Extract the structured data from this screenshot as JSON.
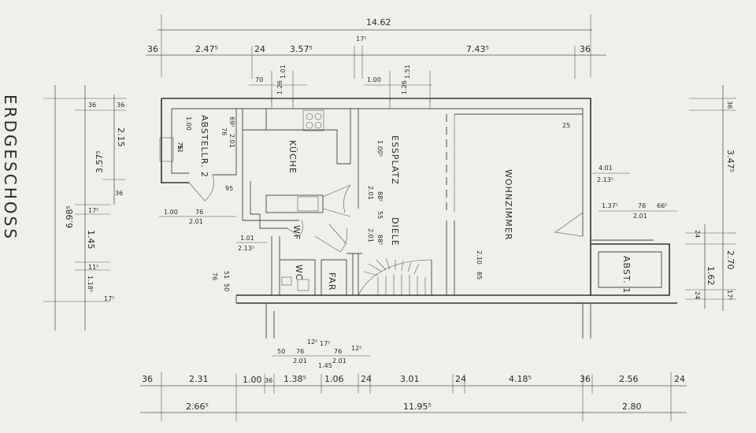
{
  "title": "ERDGESCHOSS",
  "rooms": {
    "abstell2": "ABSTELLR. 2",
    "kueche": "KÜCHE",
    "essplatz": "ESSPLATZ",
    "diele": "DIELE",
    "wohnzimmer": "WOHNZIMMER",
    "wf": "WF",
    "wc": "WC",
    "far": "FAR",
    "abst1": "ABST. 1"
  },
  "dims": {
    "top_total": "14.62",
    "top_36a": "36",
    "top_2475": "2.47⁵",
    "top_24": "24",
    "top_3575": "3.57⁵",
    "top_175": "17⁵",
    "top_7435": "7.43⁵",
    "top_36b": "36",
    "win_70": "70",
    "win_126a": "1.26",
    "win_101": "1.01",
    "win_100": "1.00",
    "win_126b": "1.26",
    "win_151": "1.51",
    "left_total": "6.98⁵",
    "left_3575": "3.57⁵",
    "left_36a": "36",
    "left_215": "2.15",
    "left_36b": "36",
    "left_36c": "36",
    "left_175": "17⁵",
    "left_145": "1.45",
    "left_115": "11⁵",
    "left_1185": "1.18⁵",
    "left_175b": "17⁵",
    "right_36": "36",
    "right_3475": "3.47⁵",
    "right_270": "2.70",
    "right_24": "24",
    "right_162": "1.62",
    "right_24b": "24",
    "right_175": "17⁵",
    "abst2_100": "1.00",
    "abst2_76a": "76",
    "abst2_51": "51",
    "abst2_695": "69⁵",
    "abst2_76b": "76",
    "abst2_201": "2.01",
    "abst2_95": "95",
    "door_100": "1.00",
    "door_76": "76",
    "door_201": "2.01",
    "ess_1005": "1.00⁵",
    "ess_885": "88⁵",
    "ess_55": "55",
    "ess_201": "2.01",
    "ess_885b": "88⁵",
    "ess_201b": "2.01",
    "wf_101": "1.01",
    "wf_2135": "2.13⁵",
    "wc_51": "51",
    "wc_76": "76",
    "wc_50": "50",
    "wz_25": "25",
    "wz_401": "4.01",
    "wz_2135": "2.13⁵",
    "wz_1375": "1.37⁵",
    "wz_76": "76",
    "wz_665": "66⁵",
    "wz_201": "2.01",
    "wz_210": "2.10",
    "wz_85": "85",
    "bot_50": "50",
    "bot_76": "76",
    "bot_125": "12⁵",
    "bot_201": "2.01",
    "bot_175": "17⁵",
    "bot_76b": "76",
    "bot_125b": "12⁵",
    "bot_145": "1.45",
    "bot_201b": "2.01",
    "b1_36": "36",
    "b1_231": "2.31",
    "b1_100": "1.00",
    "b1_36b": "36",
    "b1_1385": "1.38⁵",
    "b1_106": "1.06",
    "b1_24": "24",
    "b1_301": "3.01",
    "b1_24b": "24",
    "b1_4185": "4.18⁵",
    "b1_36c": "36",
    "b1_256": "2.56",
    "b1_24c": "24",
    "b2_2665": "2.66⁵",
    "b2_11955": "11.95⁵",
    "b2_280": "2.80"
  }
}
